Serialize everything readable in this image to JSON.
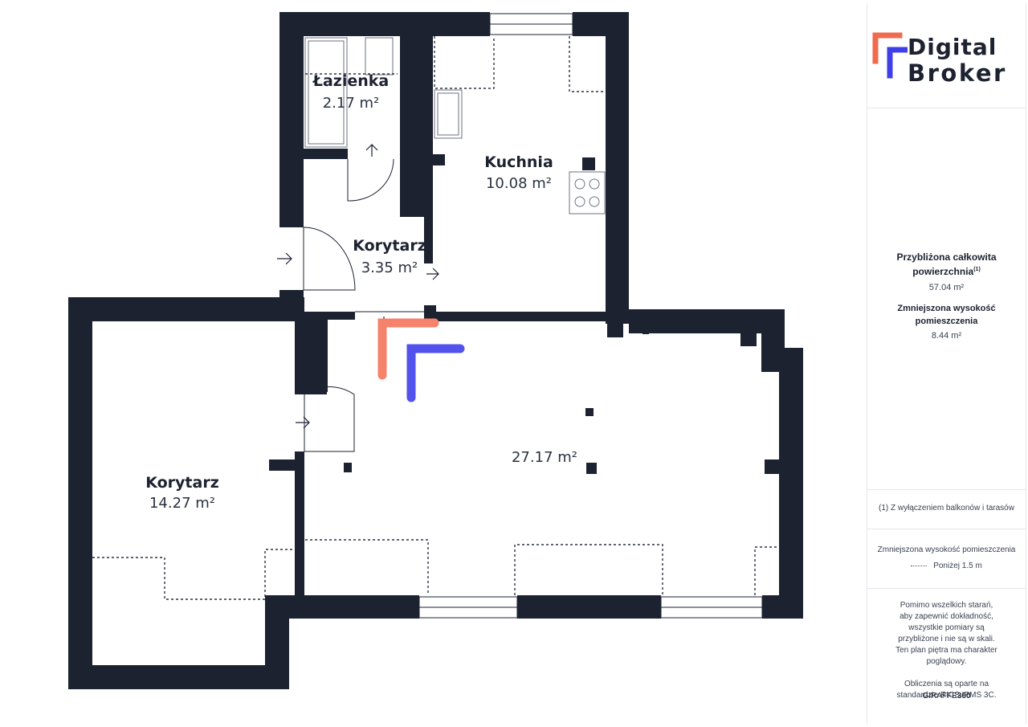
{
  "rooms": [
    {
      "id": "lazienka",
      "label": "Łazienka",
      "area": "2.17 m²"
    },
    {
      "id": "kuchnia",
      "label": "Kuchnia",
      "area": "10.08 m²"
    },
    {
      "id": "korytarz-small",
      "label": "Korytarz",
      "area": "3.35 m²"
    },
    {
      "id": "main-room",
      "label": "",
      "area": "27.17 m²"
    },
    {
      "id": "korytarz-large",
      "label": "Korytarz",
      "area": "14.27 m²"
    }
  ],
  "logo": {
    "line1": "Digital",
    "line2": "Broker",
    "accent_orange": "#f06a4e",
    "accent_blue": "#3f3fe8"
  },
  "summary": {
    "total_title": "Przybliżona całkowita powierzchnia",
    "total_note_marker": "(1)",
    "total_value": "57.04 m²",
    "reduced_title": "Zmniejszona wysokość pomieszczenia",
    "reduced_value": "8.44 m²"
  },
  "footnote": "(1) Z wyłączeniem balkonów i tarasów",
  "legend": {
    "title": "Zmniejszona wysokość pomieszczenia",
    "item": "Poniżej 1.5 m"
  },
  "disclaimer": {
    "p1": "Pomimo wszelkich starań, aby zapewnić dokładność, wszystkie pomiary są przybliżone i nie są w skali. Ten plan piętra ma charakter poglądowy.",
    "p2": "Obliczenia są oparte na standardzie RICS IPMS 3C."
  },
  "brand": {
    "name": "GIRAFFE",
    "suffix": "360"
  },
  "colors": {
    "wall": "#1c2230",
    "window": "#ffffff",
    "dash": "#2a3140"
  }
}
